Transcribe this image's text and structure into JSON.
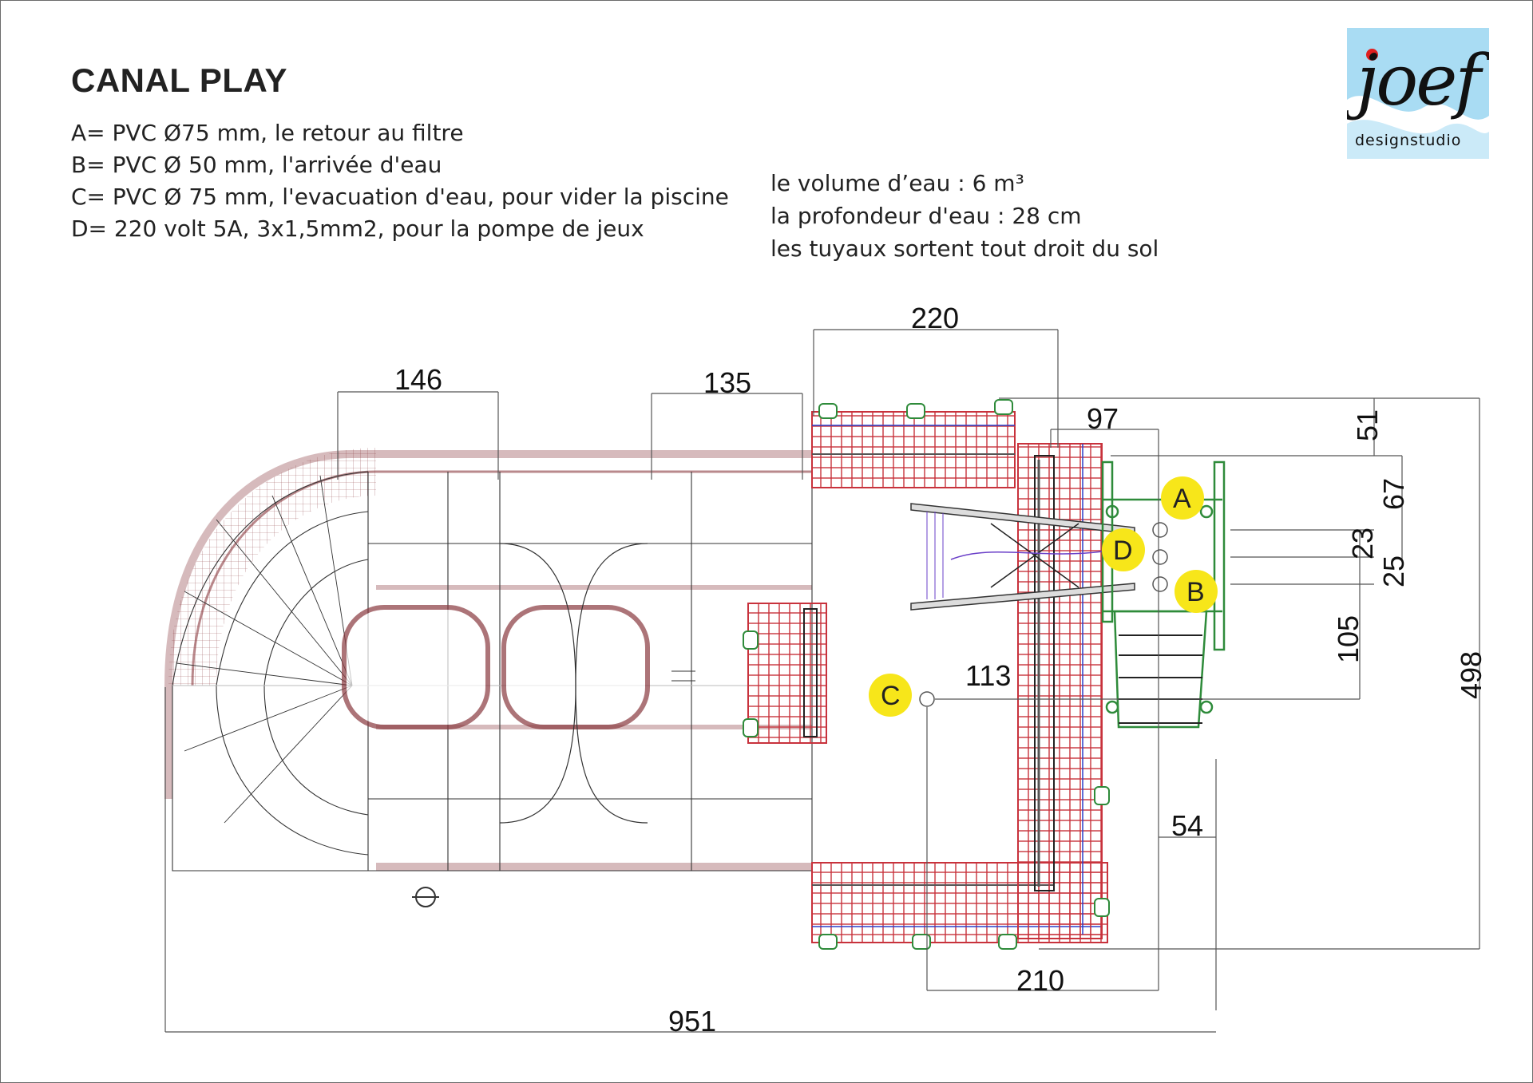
{
  "title": "CANAL PLAY",
  "legend": [
    "A= PVC Ø75 mm, le retour au filtre",
    "B= PVC Ø 50 mm, l'arrivée d'eau",
    "C= PVC Ø 75 mm, l'evacuation d'eau, pour vider la piscine",
    "D= 220 volt 5A, 3x1,5mm2, pour la pompe de jeux"
  ],
  "notes": [
    "le volume d’eau : 6 m³",
    "la profondeur d'eau :  28 cm",
    "les tuyaux sortent tout droit du sol"
  ],
  "logo": {
    "word": "joef",
    "sub": "designstudio"
  },
  "dimensions": {
    "d146": "146",
    "d135": "135",
    "d220": "220",
    "d97": "97",
    "d51": "51",
    "d67": "67",
    "d23": "23",
    "d25": "25",
    "d105": "105",
    "d498": "498",
    "d113": "113",
    "d54": "54",
    "d210": "210",
    "d951": "951"
  },
  "markers": {
    "A": "A",
    "B": "B",
    "C": "C",
    "D": "D"
  },
  "colors": {
    "marker": "#f7e61a",
    "deck": "#c8323c",
    "wire": "#7a2a30",
    "pipe": "#2e8b3a",
    "accent_blue": "#2a3fc8"
  }
}
